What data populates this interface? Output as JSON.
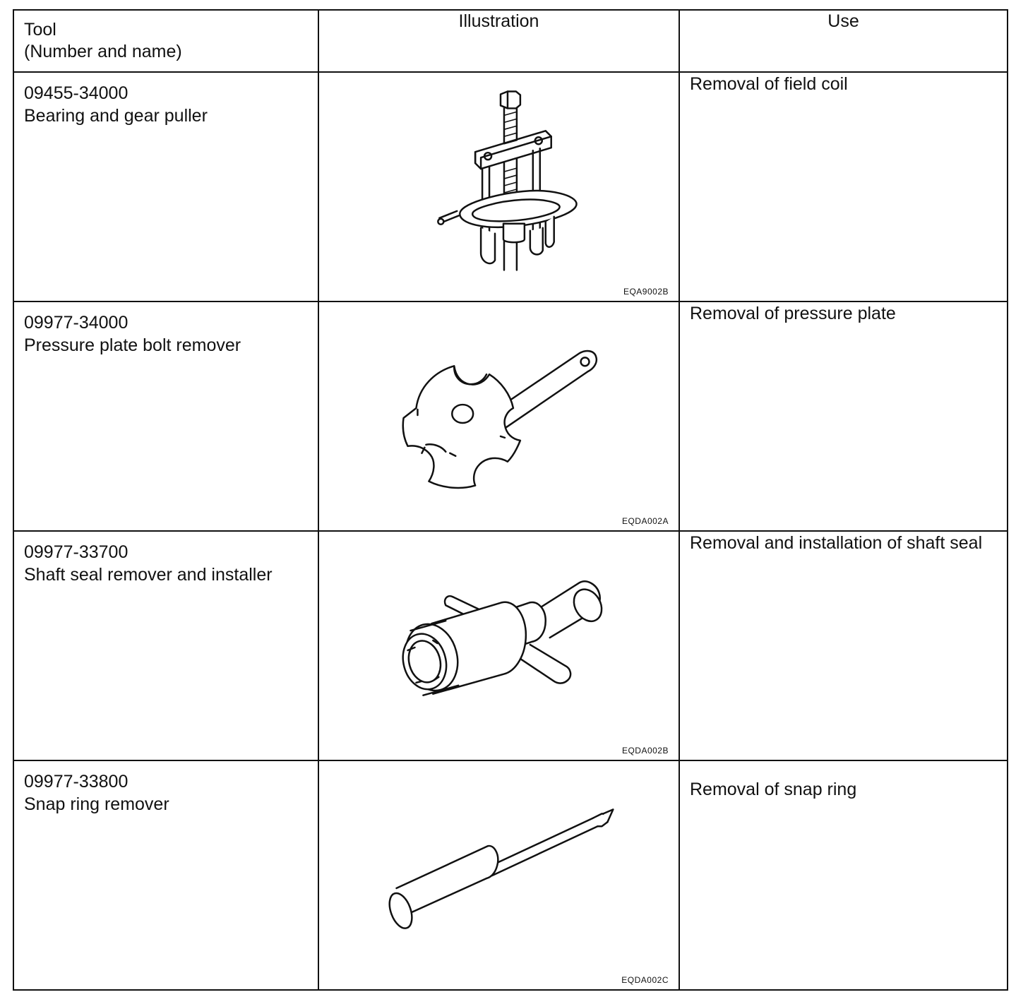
{
  "headers": {
    "tool_line1": "Tool",
    "tool_line2": "(Number and name)",
    "illustration": "Illustration",
    "use": "Use"
  },
  "rows": [
    {
      "number": "09455-34000",
      "name": "Bearing and gear puller",
      "code": "EQA9002B",
      "use": "Removal of field coil",
      "icon": "gear-puller-icon"
    },
    {
      "number": "09977-34000",
      "name": "Pressure plate bolt remover",
      "code": "EQDA002A",
      "use": "Removal of pressure plate",
      "icon": "plate-bolt-remover-icon"
    },
    {
      "number": "09977-33700",
      "name": "Shaft seal remover and installer",
      "code": "EQDA002B",
      "use": "Removal and installation of shaft seal",
      "icon": "shaft-seal-tool-icon"
    },
    {
      "number": "09977-33800",
      "name": "Snap ring remover",
      "code": "EQDA002C",
      "use": "Removal of snap ring",
      "icon": "snap-ring-remover-icon"
    }
  ]
}
